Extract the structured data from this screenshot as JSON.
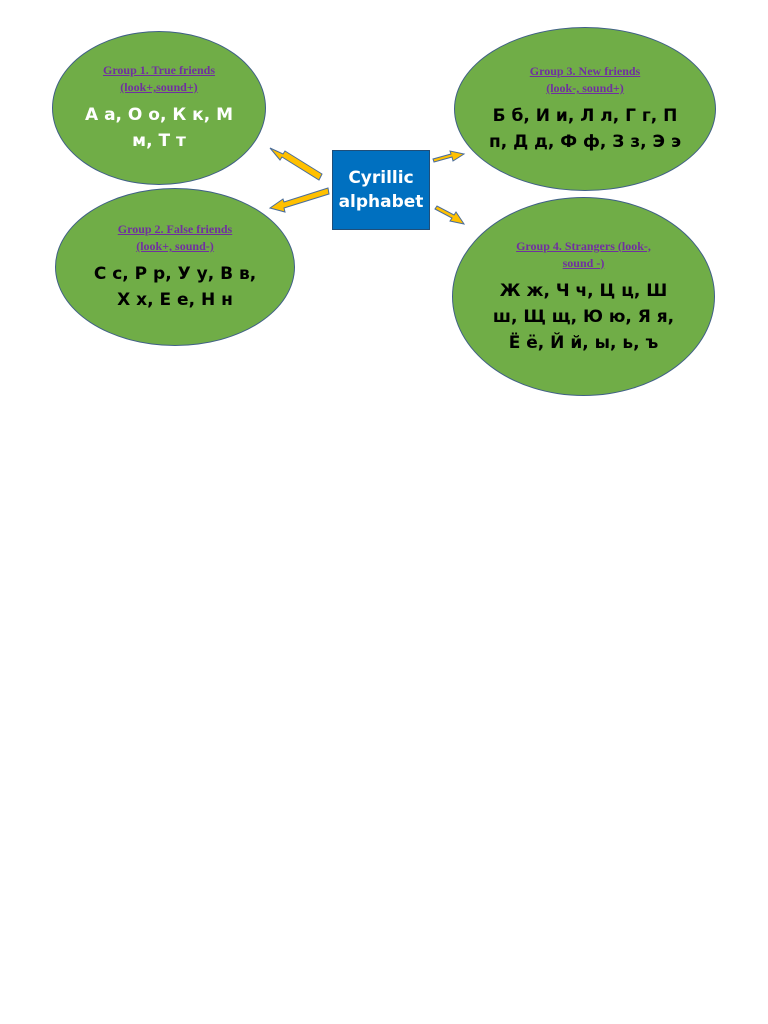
{
  "colors": {
    "ellipse_fill": "#70ad47",
    "center_fill": "#0070c0",
    "arrow_fill": "#ffc000",
    "title_color": "#7030a0"
  },
  "center": {
    "line1": "Cyrillic",
    "line2": "alphabet"
  },
  "groups": [
    {
      "title_line1": "Group 1. True friends",
      "title_line2": "(look+,sound+)",
      "letters_line1": "А а, О о, К к, М",
      "letters_line2": "м, Т т",
      "letters_line3": "",
      "letters_color": "#ffffff"
    },
    {
      "title_line1": "Group 2. False friends",
      "title_line2": "(look+, sound-)",
      "letters_line1": "С с, Р р, У у, В в,",
      "letters_line2": "Х х, Е е, Н н",
      "letters_line3": "",
      "letters_color": "#000000"
    },
    {
      "title_line1": "Group 3. New friends",
      "title_line2": "(look-, sound+)",
      "letters_line1": "Б б, И и, Л л, Г г, П",
      "letters_line2": "п, Д д, Ф ф, З з, Э э",
      "letters_line3": "",
      "letters_color": "#000000"
    },
    {
      "title_line1": "Group 4. Strangers (look-,",
      "title_line2": "sound -)",
      "letters_line1": "Ж ж, Ч ч, Ц ц, Ш",
      "letters_line2": "ш, Щ щ, Ю ю, Я я,",
      "letters_line3": "Ё ё, Й й, ы, ь, ъ",
      "letters_color": "#000000"
    }
  ]
}
